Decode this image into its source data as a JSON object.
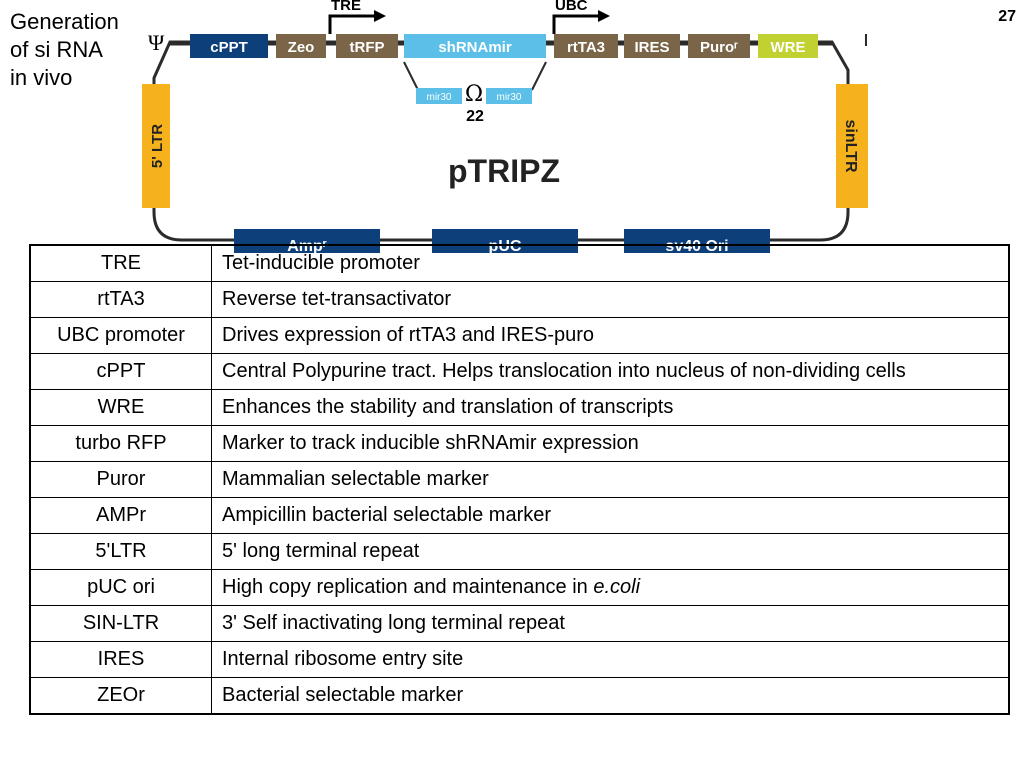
{
  "slide": {
    "title": "Generation\nof si RNA\nin vivo",
    "page_number": "27"
  },
  "vector_map": {
    "name": "pTRIPZ",
    "psi_symbol": "Ψ",
    "promoters": {
      "tre": "TRE",
      "ubc": "UBC"
    },
    "top_elements": {
      "cppt": "cPPT",
      "zeo": "Zeo",
      "trfp": "tRFP",
      "shrnamir": "shRNAmir",
      "rtta3": "rtTA3",
      "ires": "IRES",
      "puro": "Puroʳ",
      "wre": "WRE"
    },
    "hairpin": {
      "left_arm": "mir30",
      "loop_symbol": "Ω",
      "right_arm": "mir30",
      "loop_size": "22"
    },
    "ltr": {
      "left": "5' LTR",
      "right": "sinLTR"
    },
    "bottom_elements": {
      "ampr": "Ampʳ",
      "puc": "pUC",
      "sv40": "sv40 Ori"
    },
    "colors": {
      "dark_blue": "#0d3f7a",
      "brown": "#7a6548",
      "light_blue": "#5bbfe8",
      "lime": "#c2d132",
      "orange": "#f5b21d",
      "line": "#2b2b2b"
    }
  },
  "glossary": {
    "rows": [
      {
        "term": "TRE",
        "description": "Tet-inducible promoter"
      },
      {
        "term": "rtTA3",
        "description": "Reverse tet-transactivator"
      },
      {
        "term": "UBC promoter",
        "description": "Drives expression of rtTA3 and IRES-puro"
      },
      {
        "term": "cPPT",
        "description": "Central Polypurine tract. Helps translocation into nucleus of non-dividing cells"
      },
      {
        "term": "WRE",
        "description": "Enhances the stability and translation of transcripts"
      },
      {
        "term": "turbo RFP",
        "description": "Marker to track inducible shRNAmir expression"
      },
      {
        "term": "Puror",
        "description": "Mammalian selectable marker"
      },
      {
        "term": "AMPr",
        "description": "Ampicillin bacterial selectable marker"
      },
      {
        "term": "5'LTR",
        "description": "5' long terminal repeat"
      },
      {
        "term": "pUC ori",
        "description": "High copy replication and maintenance in ",
        "description_italic": "e.coli"
      },
      {
        "term": "SIN-LTR",
        "description": "3' Self inactivating long terminal repeat"
      },
      {
        "term": "IRES",
        "description": "Internal ribosome entry site"
      },
      {
        "term": "ZEOr",
        "description": "Bacterial selectable marker"
      }
    ]
  }
}
